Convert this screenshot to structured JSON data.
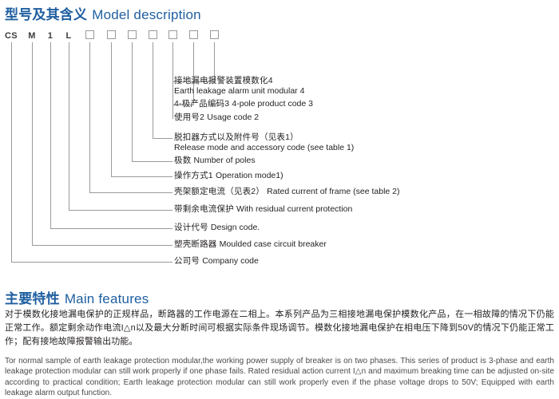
{
  "headings": {
    "model": {
      "zh": "型号及其含义",
      "en": "Model description"
    },
    "features": {
      "zh": "主要特性",
      "en": "Main features"
    }
  },
  "model_code": {
    "tokens": [
      "CS",
      "M",
      "1",
      "L"
    ],
    "box_count": 7,
    "callouts": [
      {
        "id": "earth-leakage-alarm-unit",
        "zh": "接地漏电报警装置模数化4",
        "en": "Earth leakage alarm unit modular 4"
      },
      {
        "id": "four-pole-product-code",
        "zh": "4-极产品编码3",
        "en": "4-pole product code 3"
      },
      {
        "id": "usage-code",
        "zh": "使用号2",
        "en": "Usage code 2"
      },
      {
        "id": "release-mode-accessory-code",
        "zh": "脱扣器方式以及附件号（见表1）",
        "en": "Release mode and accessory code (see table 1)"
      },
      {
        "id": "number-of-poles",
        "zh": "极数",
        "en": "Number of poles"
      },
      {
        "id": "operation-mode",
        "zh": "操作方式1",
        "en": "Operation mode1)"
      },
      {
        "id": "rated-current-of-frame",
        "zh": "壳架额定电流（见表2）",
        "en": "Rated current of frame (see table 2)"
      },
      {
        "id": "residual-current-protection",
        "zh": "带剩余电流保护",
        "en": "With residual current protection"
      },
      {
        "id": "design-code",
        "zh": "设计代号",
        "en": "Design code."
      },
      {
        "id": "moulded-case-circuit-breaker",
        "zh": "塑壳断路器",
        "en": "Moulded case circuit breaker"
      },
      {
        "id": "company-code",
        "zh": "公司号",
        "en": "Company code"
      }
    ]
  },
  "main_features": {
    "zh": "对于模数化接地漏电保护的正规样品，断路器的工作电源在二相上。本系列产品为三相接地漏电保护模数化产品，在一相故障的情况下仍能正常工作。额定剩余动作电流I△n以及最大分断时间可根据实际条件现场调节。模数化接地漏电保护在相电压下降到50V的情况下仍能正常工作；配有接地故障报警输出功能。",
    "en": "Tor normal sample of earth leakage protection modular,the  working power supply of breaker is on two phases. This series of product is 3-phase and earth leakage protection modular can still work properly if one phase fails. Rated residual action current I△n and maximum breaking time can be adjusted on-site according to practical condition; Earth leakage protection modular can still work properly even if the phase voltage drops to 50V; Equipped with earth leakage alarm output function."
  },
  "colors": {
    "heading_blue": "#1f5fa0",
    "body_text": "#231f20",
    "line_gray": "#9a9a9a"
  }
}
